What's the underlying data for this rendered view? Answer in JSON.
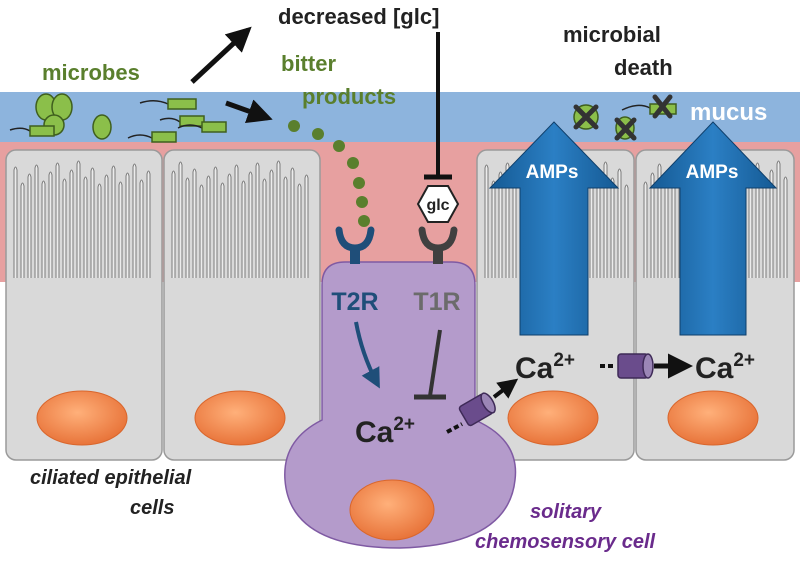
{
  "labels": {
    "microbes": "microbes",
    "decreased_glc": "decreased [glc]",
    "bitter": "bitter",
    "products": "products",
    "microbial": "microbial",
    "death": "death",
    "mucus": "mucus",
    "amps_left": "AMPs",
    "amps_right": "AMPs",
    "glc": "glc",
    "t2r": "T2R",
    "t1r": "T1R",
    "ca_center": "Ca",
    "ca_center_sup": "2+",
    "ca_mid": "Ca",
    "ca_mid_sup": "2+",
    "ca_right": "Ca",
    "ca_right_sup": "2+",
    "ciliated_line1": "ciliated epithelial",
    "ciliated_line2": "cells",
    "solitary_line1": "solitary",
    "solitary_line2": "chemosensory cell"
  },
  "colors": {
    "mucus_band": "#8db4dd",
    "cilia_zone": "#e7a0a0",
    "epithelial_cell": "#d9d9d9",
    "chemosensory_cell": "#b49bcb",
    "nucleus": "#f08a50",
    "microbe": "#8bbf4a",
    "amp_arrow": "#1f6fb2",
    "t2r_receptor": "#1f4e79",
    "t1r_receptor": "#404040",
    "channel": "#6a4c8c",
    "bitter_dots": "#5a7f2d"
  }
}
